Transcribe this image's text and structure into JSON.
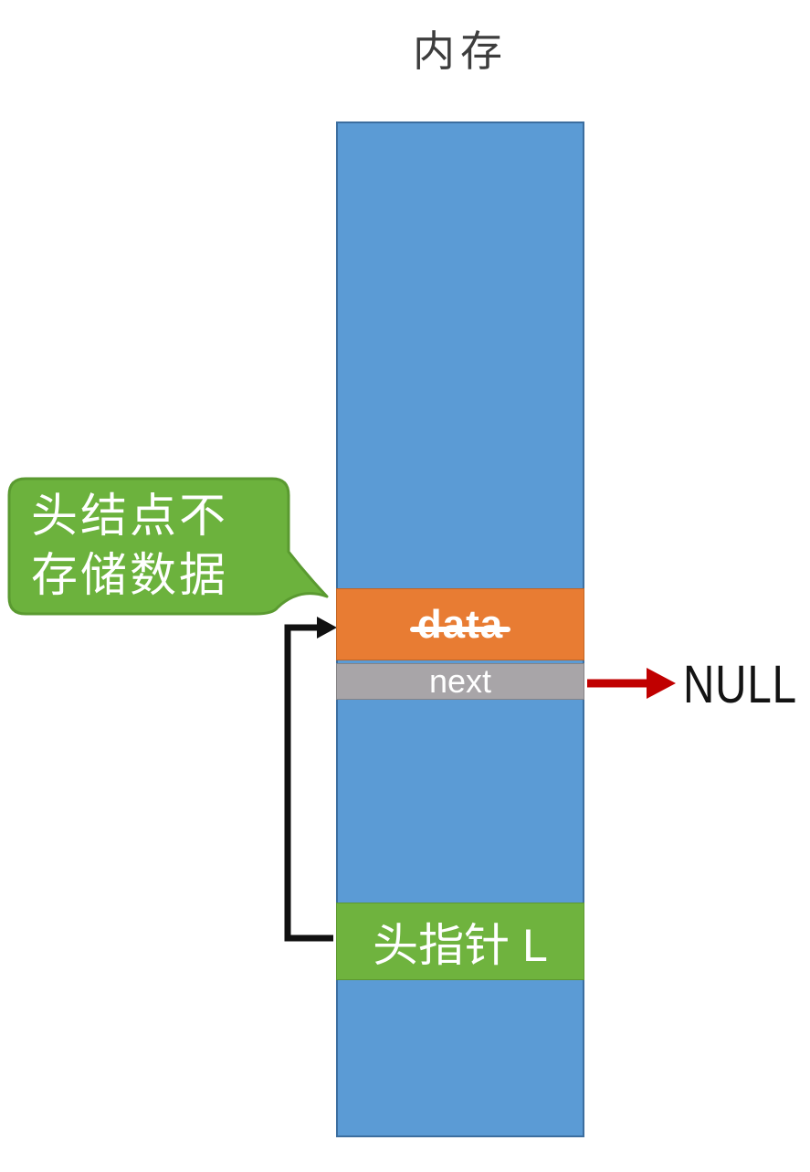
{
  "title": "内存",
  "callout": {
    "text": "头结点不存储数据",
    "line1": "头结点不",
    "line2": "存储数据"
  },
  "node": {
    "data_label": "data",
    "data_struck_through": true,
    "next_label": "next"
  },
  "pointer_block": {
    "label": "头指针 L"
  },
  "null_label": "NULL",
  "colors": {
    "memory_fill": "#5b9bd5",
    "memory_border": "#3c6e9f",
    "data_fill": "#e87c33",
    "next_fill": "#a8a5a8",
    "pointer_fill": "#6fb33e",
    "bubble_fill": "#6cb23d",
    "bubble_border": "#5a9a30",
    "null_arrow": "#c00000",
    "loop_arrow": "#111111",
    "title_text": "#3d3d3d",
    "block_text": "#ffffff"
  }
}
